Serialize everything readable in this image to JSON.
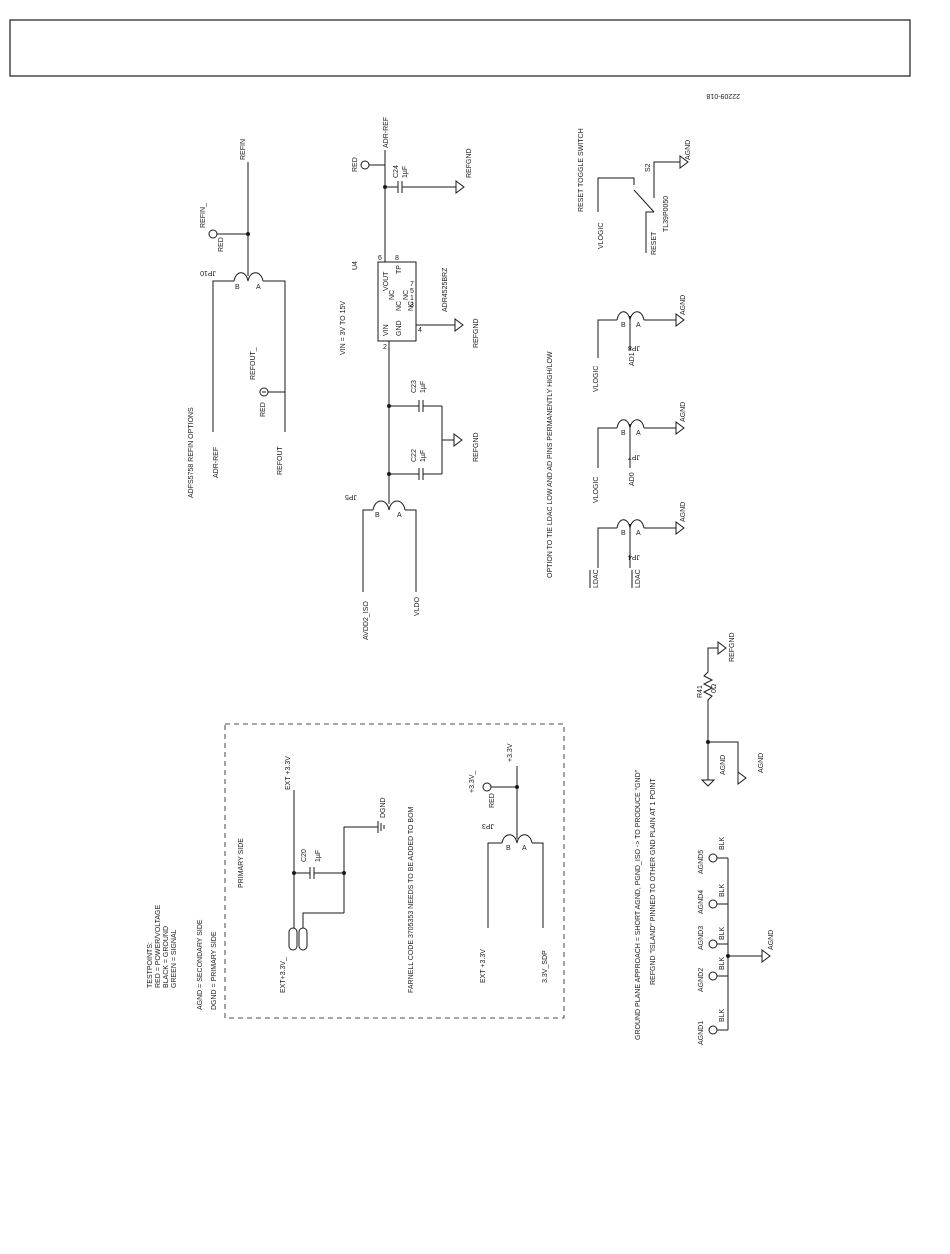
{
  "drawing_id": "22209-018",
  "refin": {
    "section": "ADFS5758 REFIN OPTIONS",
    "net_adr_ref": "ADR-REF",
    "net_refout": "REFOUT",
    "refout_tp": "REFOUT_",
    "refout_tp_color": "RED",
    "refin_tp": "REFIN_",
    "refin_tp_color": "RED",
    "jumper": "JP10",
    "net_refin": "REFIN"
  },
  "reference": {
    "net_avdd2": "AVDD2_ISO",
    "net_vldo": "VLDO",
    "jumper": "JP5",
    "c22_ref": "C22",
    "c22_val": "1µF",
    "c23_ref": "C23",
    "c23_val": "1µF",
    "gnd": "REFGND",
    "vin_range": "VIN = 3V TO 15V",
    "ic_ref": "U4",
    "ic_part": "ADR4525BRZ",
    "pin_vin": "VIN",
    "pin_gnd": "GND",
    "pin_nc": "NC",
    "pin_vout": "VOUT",
    "pin_tp": "TP",
    "pin_num_2": "2",
    "pin_num_4": "4",
    "pin_num_6": "6",
    "pin_num_8": "8",
    "pin_num_1": "1",
    "pin_num_3": "3",
    "pin_num_5": "5",
    "pin_num_7": "7",
    "c24_ref": "C24",
    "c24_val": "1µF",
    "adr_tp_color": "RED",
    "adr_net": "ADR-REF"
  },
  "options": {
    "title": "OPTION TO TIE LDAC LOW AND AD PINS PERMANENTLY HIGH/LOW",
    "ldac": "LDAC",
    "vlogic": "VLOGIC",
    "ad0": "AD0",
    "ad1": "AD1",
    "jp4": "JP4",
    "jp7": "JP7",
    "jp8": "JP8",
    "agnd": "AGND",
    "pin_a": "A",
    "pin_b": "B"
  },
  "reset": {
    "title": "RESET TOGGLE SWITCH",
    "vlogic": "VLOGIC",
    "reset": "RESET",
    "switch_ref": "S2",
    "switch_part": "TL39P0050",
    "agnd": "AGND"
  },
  "r41": {
    "ref": "R41",
    "val": "0Ω",
    "refgnd": "REFGND",
    "agnd": "AGND"
  },
  "ground": {
    "note1": "GROUND PLANE APPROACH = SHORT AGND, PGND_ISO -> TO PRODUCE \"GND\"",
    "note2": "REFGND \"ISLAND\" PINNED TO OTHER GND PLAIN AT 1 POINT",
    "tps": [
      "AGND1",
      "AGND2",
      "AGND3",
      "AGND4",
      "AGND5"
    ],
    "tp_color": "BLK",
    "net": "AGND"
  },
  "legend": {
    "title": "TESTPOINTS:",
    "red": "RED = POWER/VOLTAGE",
    "black": "BLACK = GROUND",
    "green": "GREEN = SIGNAL",
    "agnd": "AGND = SECONDARY SIDE",
    "dgnd": "DGND = PRIMARY SIDE"
  },
  "primary": {
    "title": "PRIMARY SIDE",
    "ext_tp": "EXT+3.3V_",
    "ext_net": "EXT +3.3V",
    "c20_ref": "C20",
    "c20_val": "1µF",
    "dgnd": "DGND",
    "farnell": "FARNELL CODE 3705353 NEEDS TO BE ADDED TO BOM",
    "jp3": "JP3",
    "jp3_tp": "+3.3V_",
    "jp3_tp_color": "RED",
    "net_33": "+3.3V",
    "ext_in": "EXT +3.3V",
    "sdp": "3.3V_SDP"
  }
}
